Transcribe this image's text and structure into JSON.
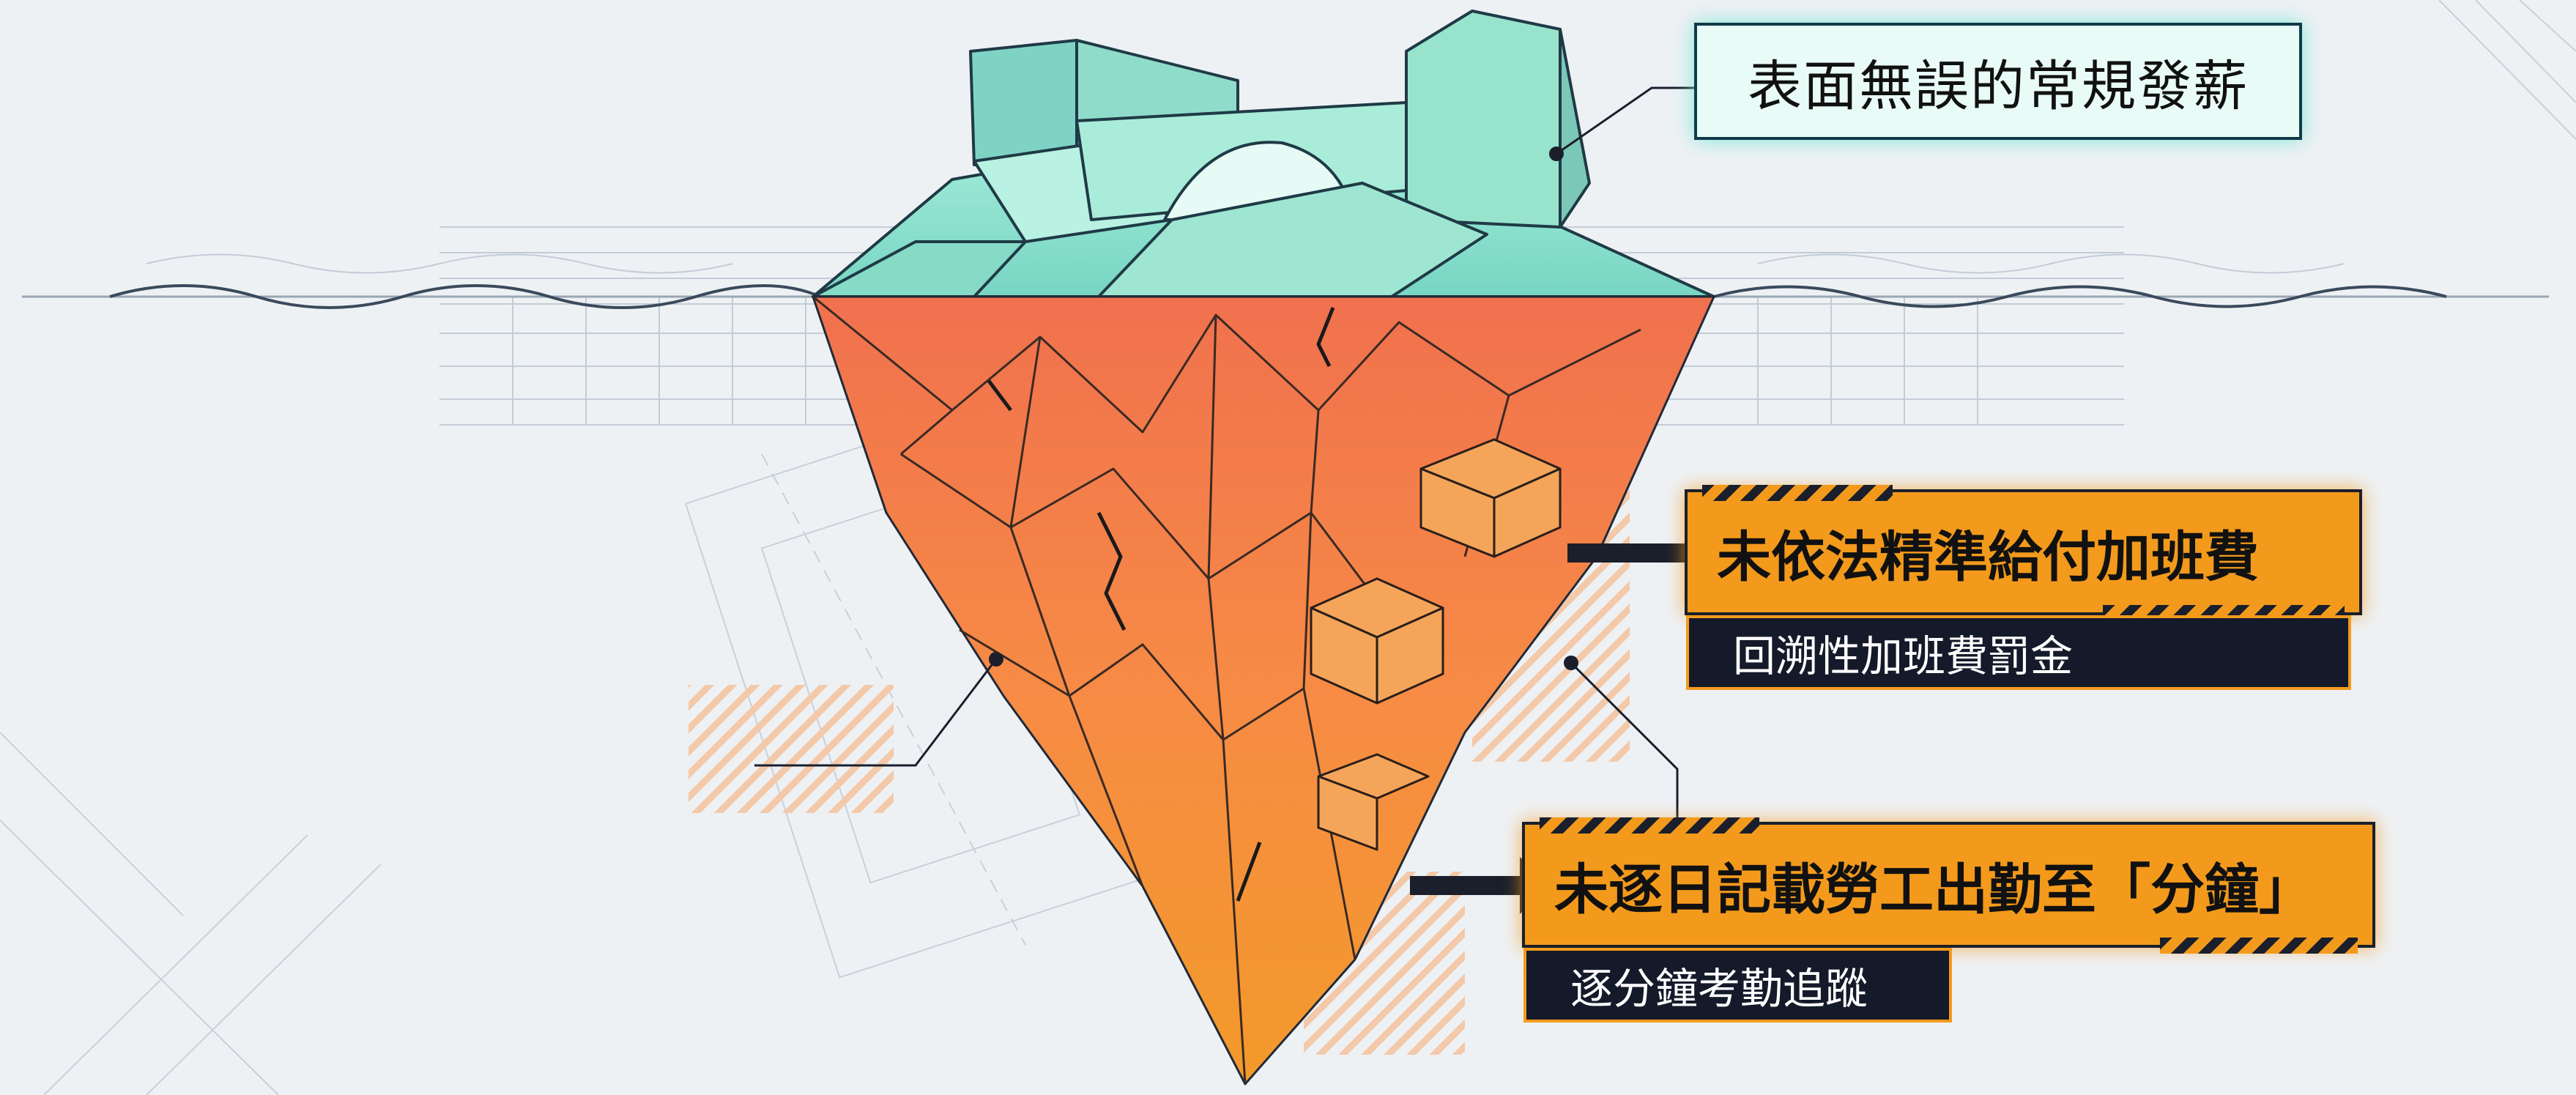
{
  "surface_label": "表面無誤的常規發薪",
  "hidden_issues": [
    {
      "title": "未依法精準給付加班費",
      "subtitle": "回溯性加班費罰金"
    },
    {
      "title": "未逐日記載勞工出勤至「分鐘」",
      "subtitle": "逐分鐘考勤追蹤"
    }
  ],
  "colors": {
    "background": "#eef1f4",
    "ice_tip": "#8fe3cf",
    "ice_underwater_top": "#ff8a52",
    "ice_underwater_bottom": "#f7a23c",
    "label_glow": "#6ee6d2",
    "warning_orange": "#f39a1c",
    "navy": "#141a2a"
  }
}
